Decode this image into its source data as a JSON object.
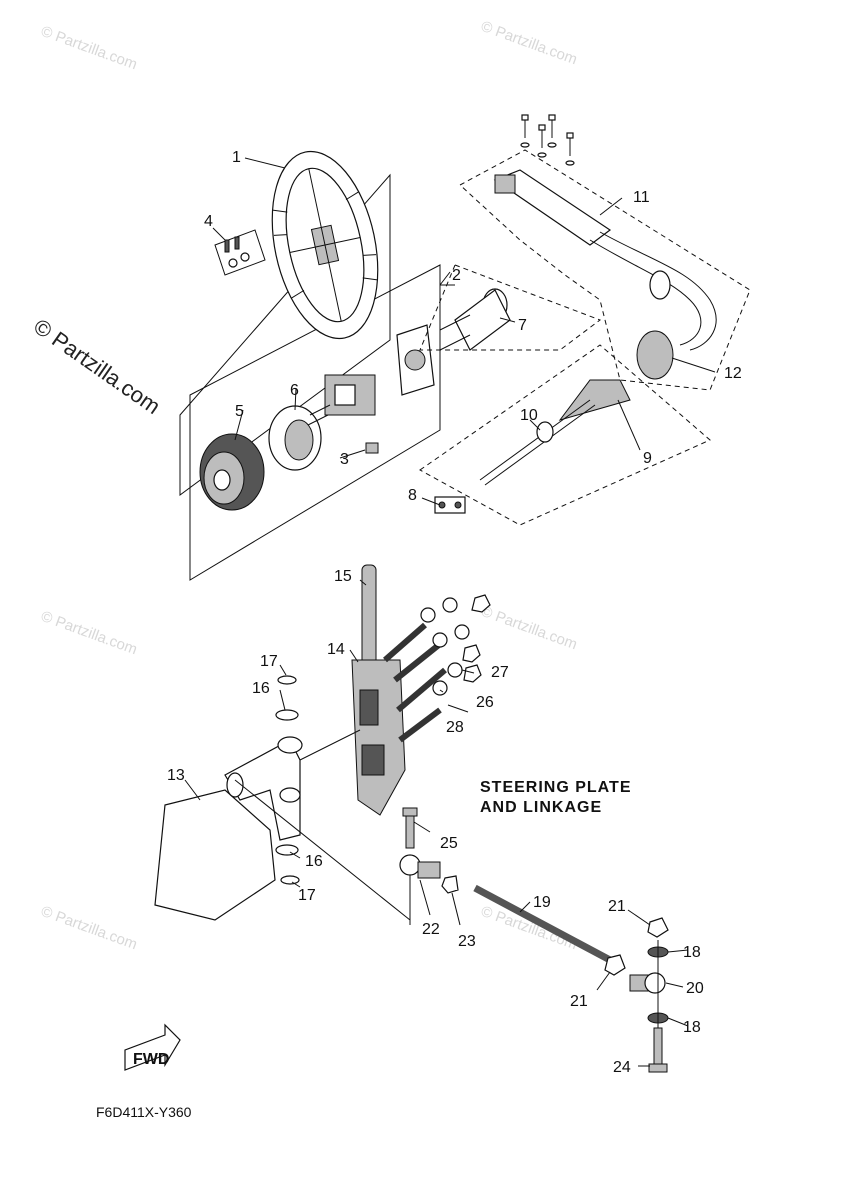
{
  "watermark": {
    "symbol": "©",
    "text": "Partzilla.com"
  },
  "title_lines": [
    "STEERING PLATE",
    "AND LINKAGE"
  ],
  "figure_code": "F6D411X-Y360",
  "fwd_label": "FWD",
  "callouts": [
    "1",
    "2",
    "3",
    "4",
    "5",
    "6",
    "7",
    "8",
    "9",
    "10",
    "11",
    "12",
    "13",
    "14",
    "15",
    "16",
    "16",
    "17",
    "17",
    "18",
    "18",
    "19",
    "20",
    "21",
    "21",
    "22",
    "23",
    "24",
    "25",
    "26",
    "27",
    "28"
  ]
}
